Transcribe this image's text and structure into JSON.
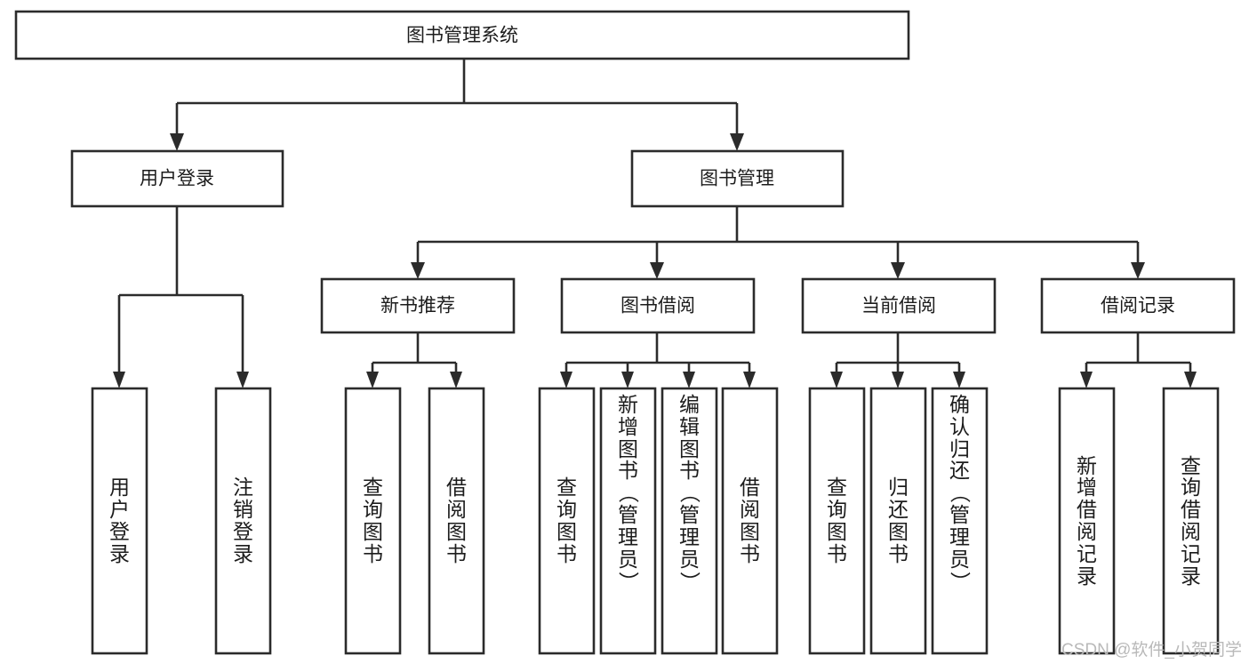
{
  "diagram": {
    "type": "tree",
    "title": "图书管理系统",
    "watermark": "CSDN @软件_小贺同学",
    "colors": {
      "box_stroke": "#2b2b2b",
      "box_fill": "#ffffff",
      "text": "#1c1c1c",
      "background": "#ffffff",
      "watermark": "#b9b9b9"
    },
    "nodes": {
      "root": {
        "label": "图书管理系统",
        "level": 1,
        "orientation": "horizontal"
      },
      "n_user_login": {
        "label": "用户登录",
        "level": 2,
        "orientation": "horizontal"
      },
      "n_book_mgmt": {
        "label": "图书管理",
        "level": 2,
        "orientation": "horizontal"
      },
      "n_new_book_rec": {
        "label": "新书推荐",
        "level": 3,
        "orientation": "horizontal"
      },
      "n_book_borrow": {
        "label": "图书借阅",
        "level": 3,
        "orientation": "horizontal"
      },
      "n_current_borrow": {
        "label": "当前借阅",
        "level": 3,
        "orientation": "horizontal"
      },
      "n_borrow_record": {
        "label": "借阅记录",
        "level": 3,
        "orientation": "horizontal"
      },
      "leaf_user_login": {
        "label": "用户登录",
        "level": 4,
        "orientation": "vertical"
      },
      "leaf_logout": {
        "label": "注销登录",
        "level": 4,
        "orientation": "vertical"
      },
      "leaf_query_book_1": {
        "label": "查询图书",
        "level": 4,
        "orientation": "vertical"
      },
      "leaf_borrow_book_1": {
        "label": "借阅图书",
        "level": 4,
        "orientation": "vertical"
      },
      "leaf_query_book_2": {
        "label": "查询图书",
        "level": 4,
        "orientation": "vertical"
      },
      "leaf_add_book": {
        "label": "新增图书（管理员）",
        "level": 4,
        "orientation": "vertical"
      },
      "leaf_edit_book": {
        "label": "编辑图书（管理员）",
        "level": 4,
        "orientation": "vertical"
      },
      "leaf_borrow_book_2": {
        "label": "借阅图书",
        "level": 4,
        "orientation": "vertical"
      },
      "leaf_query_book_3": {
        "label": "查询图书",
        "level": 4,
        "orientation": "vertical"
      },
      "leaf_return_book": {
        "label": "归还图书",
        "level": 4,
        "orientation": "vertical"
      },
      "leaf_confirm_return": {
        "label": "确认归还（管理员）",
        "level": 4,
        "orientation": "vertical"
      },
      "leaf_add_record": {
        "label": "新增借阅记录",
        "level": 4,
        "orientation": "vertical"
      },
      "leaf_query_record": {
        "label": "查询借阅记录",
        "level": 4,
        "orientation": "vertical"
      }
    },
    "edges": [
      {
        "from": "root",
        "to": "n_user_login"
      },
      {
        "from": "root",
        "to": "n_book_mgmt"
      },
      {
        "from": "n_user_login",
        "to": "leaf_user_login"
      },
      {
        "from": "n_user_login",
        "to": "leaf_logout"
      },
      {
        "from": "n_book_mgmt",
        "to": "n_new_book_rec"
      },
      {
        "from": "n_book_mgmt",
        "to": "n_book_borrow"
      },
      {
        "from": "n_book_mgmt",
        "to": "n_current_borrow"
      },
      {
        "from": "n_book_mgmt",
        "to": "n_borrow_record"
      },
      {
        "from": "n_new_book_rec",
        "to": "leaf_query_book_1"
      },
      {
        "from": "n_new_book_rec",
        "to": "leaf_borrow_book_1"
      },
      {
        "from": "n_book_borrow",
        "to": "leaf_query_book_2"
      },
      {
        "from": "n_book_borrow",
        "to": "leaf_add_book"
      },
      {
        "from": "n_book_borrow",
        "to": "leaf_edit_book"
      },
      {
        "from": "n_book_borrow",
        "to": "leaf_borrow_book_2"
      },
      {
        "from": "n_current_borrow",
        "to": "leaf_query_book_3"
      },
      {
        "from": "n_current_borrow",
        "to": "leaf_return_book"
      },
      {
        "from": "n_current_borrow",
        "to": "leaf_confirm_return"
      },
      {
        "from": "n_borrow_record",
        "to": "leaf_add_record"
      },
      {
        "from": "n_borrow_record",
        "to": "leaf_query_record"
      }
    ]
  }
}
